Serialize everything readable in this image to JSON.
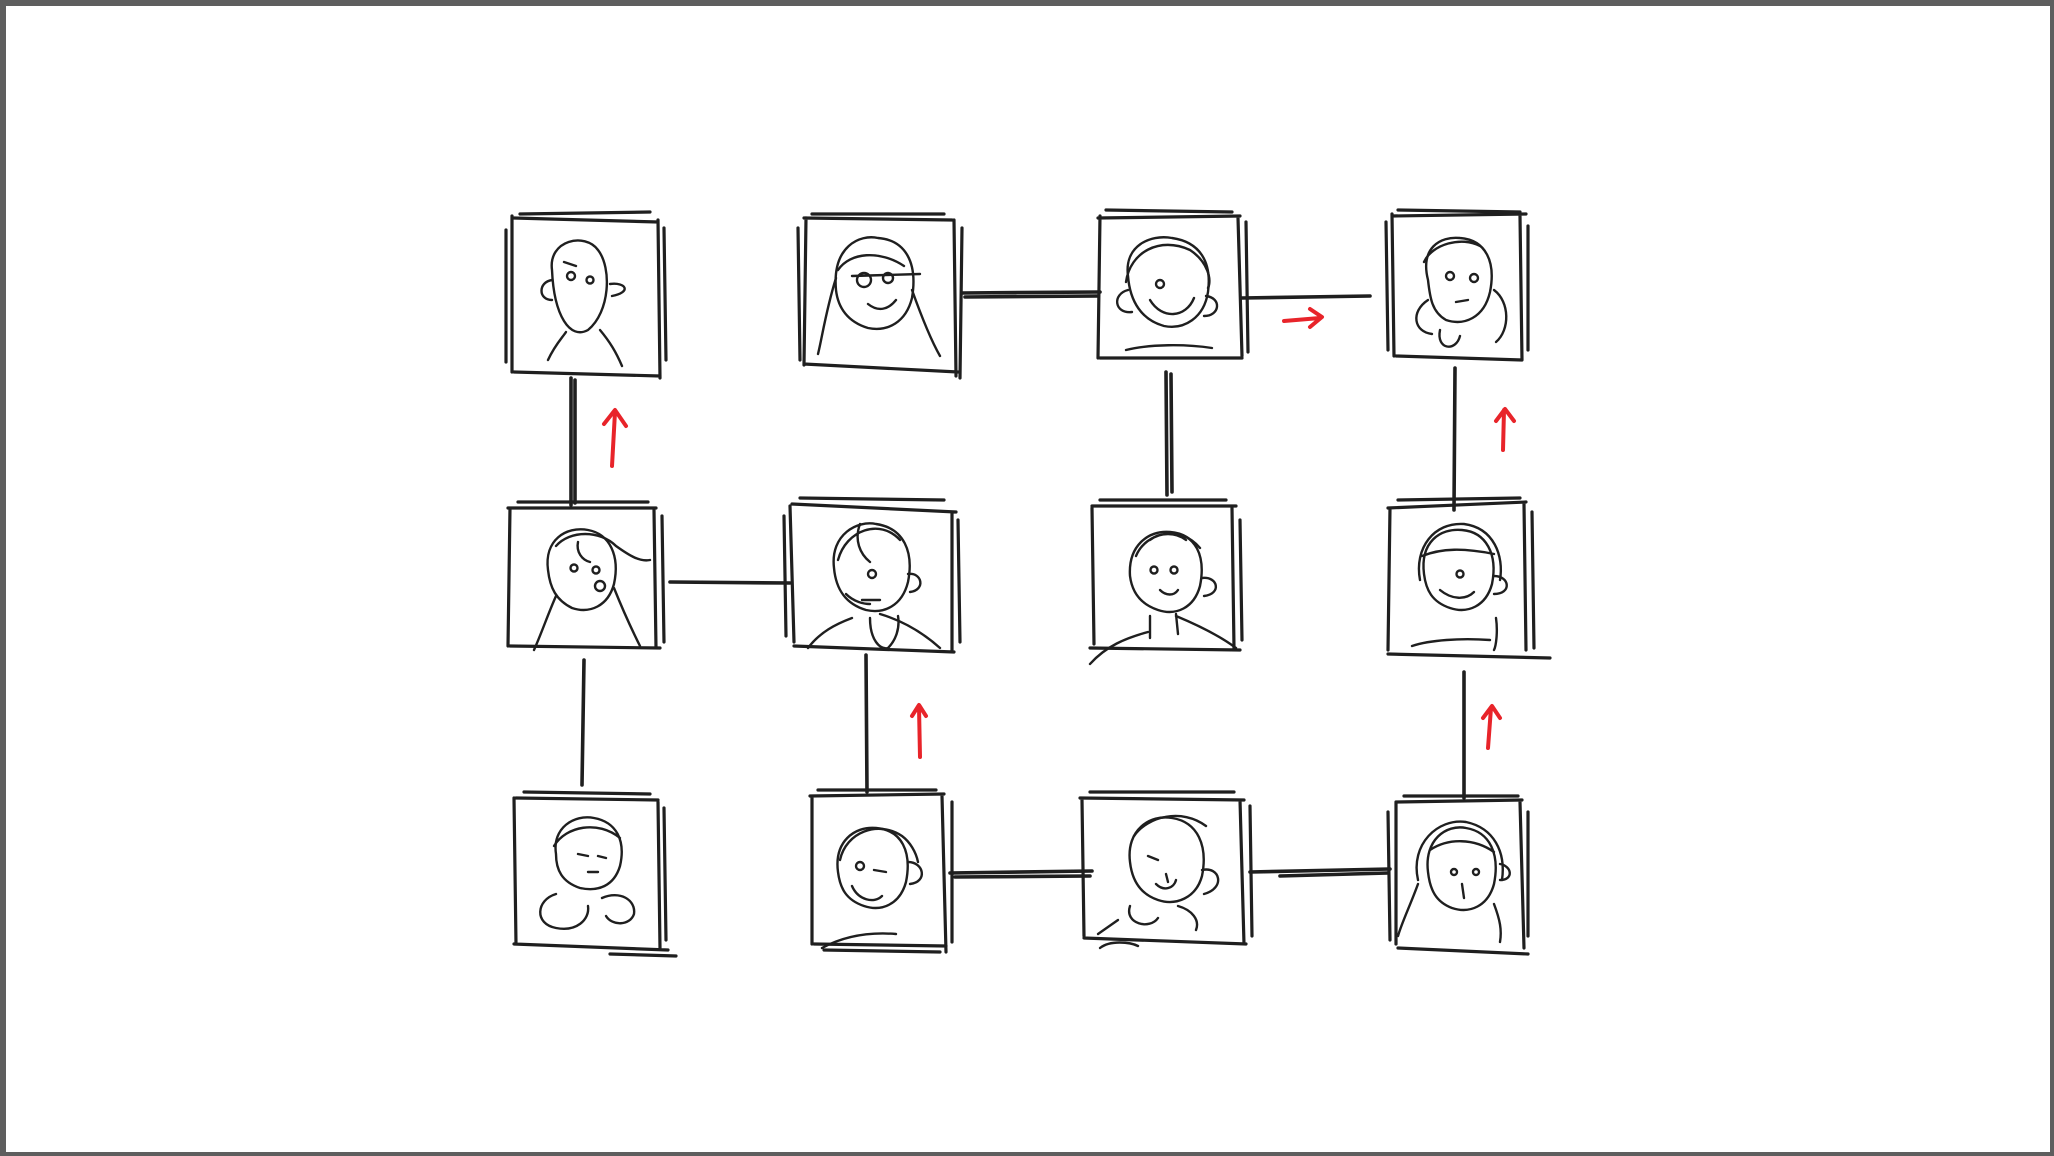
{
  "diagram": {
    "kind": "storyboard-sketch-grid",
    "rows": 3,
    "columns": 4,
    "stroke_color": "#1f1f1f",
    "arrow_color": "#e8242a",
    "frame_color": "#5e5e5e",
    "nodes": [
      {
        "id": "r1c1",
        "icon": "bald-man-face-icon"
      },
      {
        "id": "r1c2",
        "icon": "long-hair-woman-face-icon"
      },
      {
        "id": "r1c3",
        "icon": "smiling-woman-face-icon"
      },
      {
        "id": "r1c4",
        "icon": "curly-hair-woman-face-icon"
      },
      {
        "id": "r2c1",
        "icon": "ponytail-girl-face-icon"
      },
      {
        "id": "r2c2",
        "icon": "man-with-shirt-face-icon"
      },
      {
        "id": "r2c3",
        "icon": "boy-face-icon"
      },
      {
        "id": "r2c4",
        "icon": "bob-hair-woman-face-icon"
      },
      {
        "id": "r3c1",
        "icon": "sleepy-child-face-icon"
      },
      {
        "id": "r3c2",
        "icon": "short-hair-person-face-icon"
      },
      {
        "id": "r3c3",
        "icon": "winking-man-face-icon"
      },
      {
        "id": "r3c4",
        "icon": "woman-with-earring-face-icon"
      }
    ],
    "connections": [
      {
        "from": "r1c2",
        "to": "r1c3"
      },
      {
        "from": "r1c3",
        "to": "r1c4",
        "arrow": "right"
      },
      {
        "from": "r2c1",
        "to": "r1c1",
        "arrow": "up"
      },
      {
        "from": "r2c4",
        "to": "r1c4",
        "arrow": "up"
      },
      {
        "from": "r1c3",
        "to": "r2c3"
      },
      {
        "from": "r2c1",
        "to": "r2c2"
      },
      {
        "from": "r3c1",
        "to": "r2c1"
      },
      {
        "from": "r3c2",
        "to": "r2c2",
        "arrow": "up"
      },
      {
        "from": "r3c4",
        "to": "r2c4",
        "arrow": "up"
      },
      {
        "from": "r3c2",
        "to": "r3c3"
      },
      {
        "from": "r3c3",
        "to": "r3c4"
      }
    ]
  }
}
